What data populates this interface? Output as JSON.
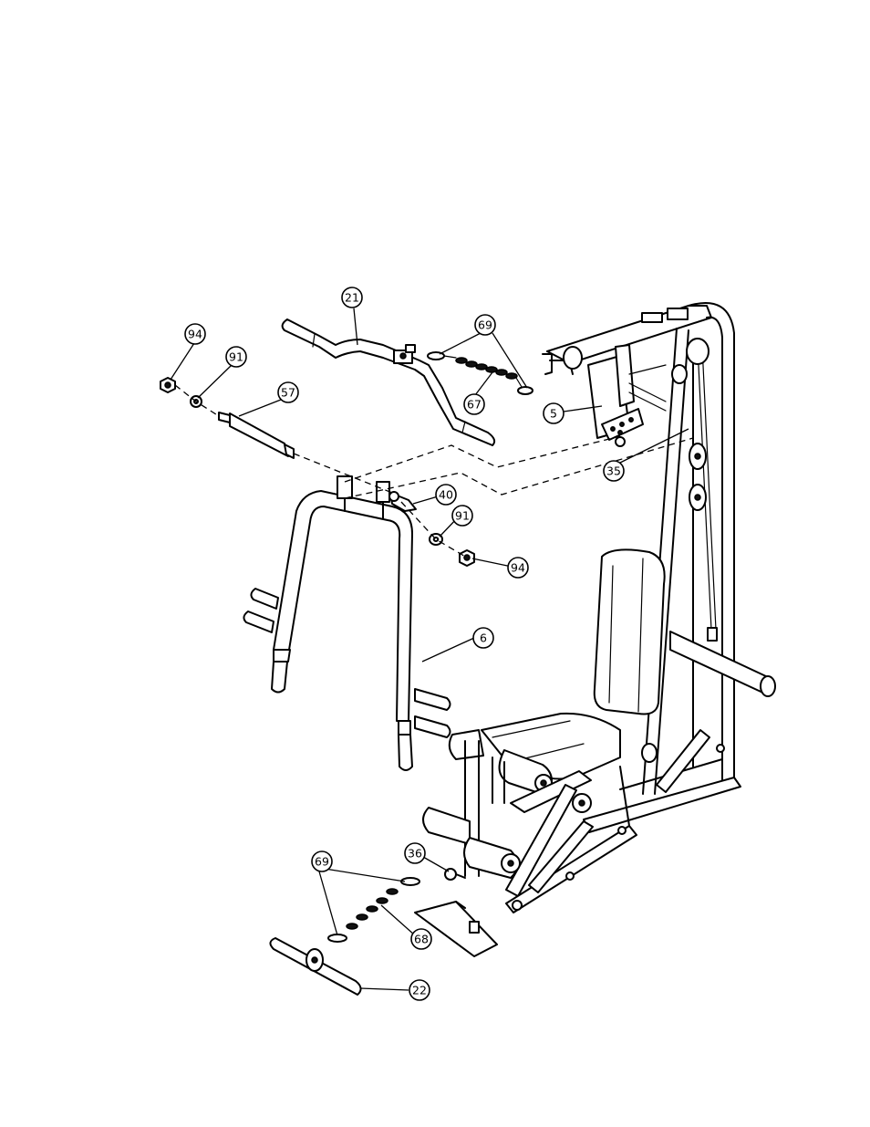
{
  "callouts": {
    "c21": "21",
    "c69_top": "69",
    "c94_left": "94",
    "c91_left": "91",
    "c57": "57",
    "c67": "67",
    "c5": "5",
    "c35": "35",
    "c40": "40",
    "c91_right": "91",
    "c94_right": "94",
    "c6": "6",
    "c36": "36",
    "c69_bottom": "69",
    "c68": "68",
    "c22": "22"
  }
}
